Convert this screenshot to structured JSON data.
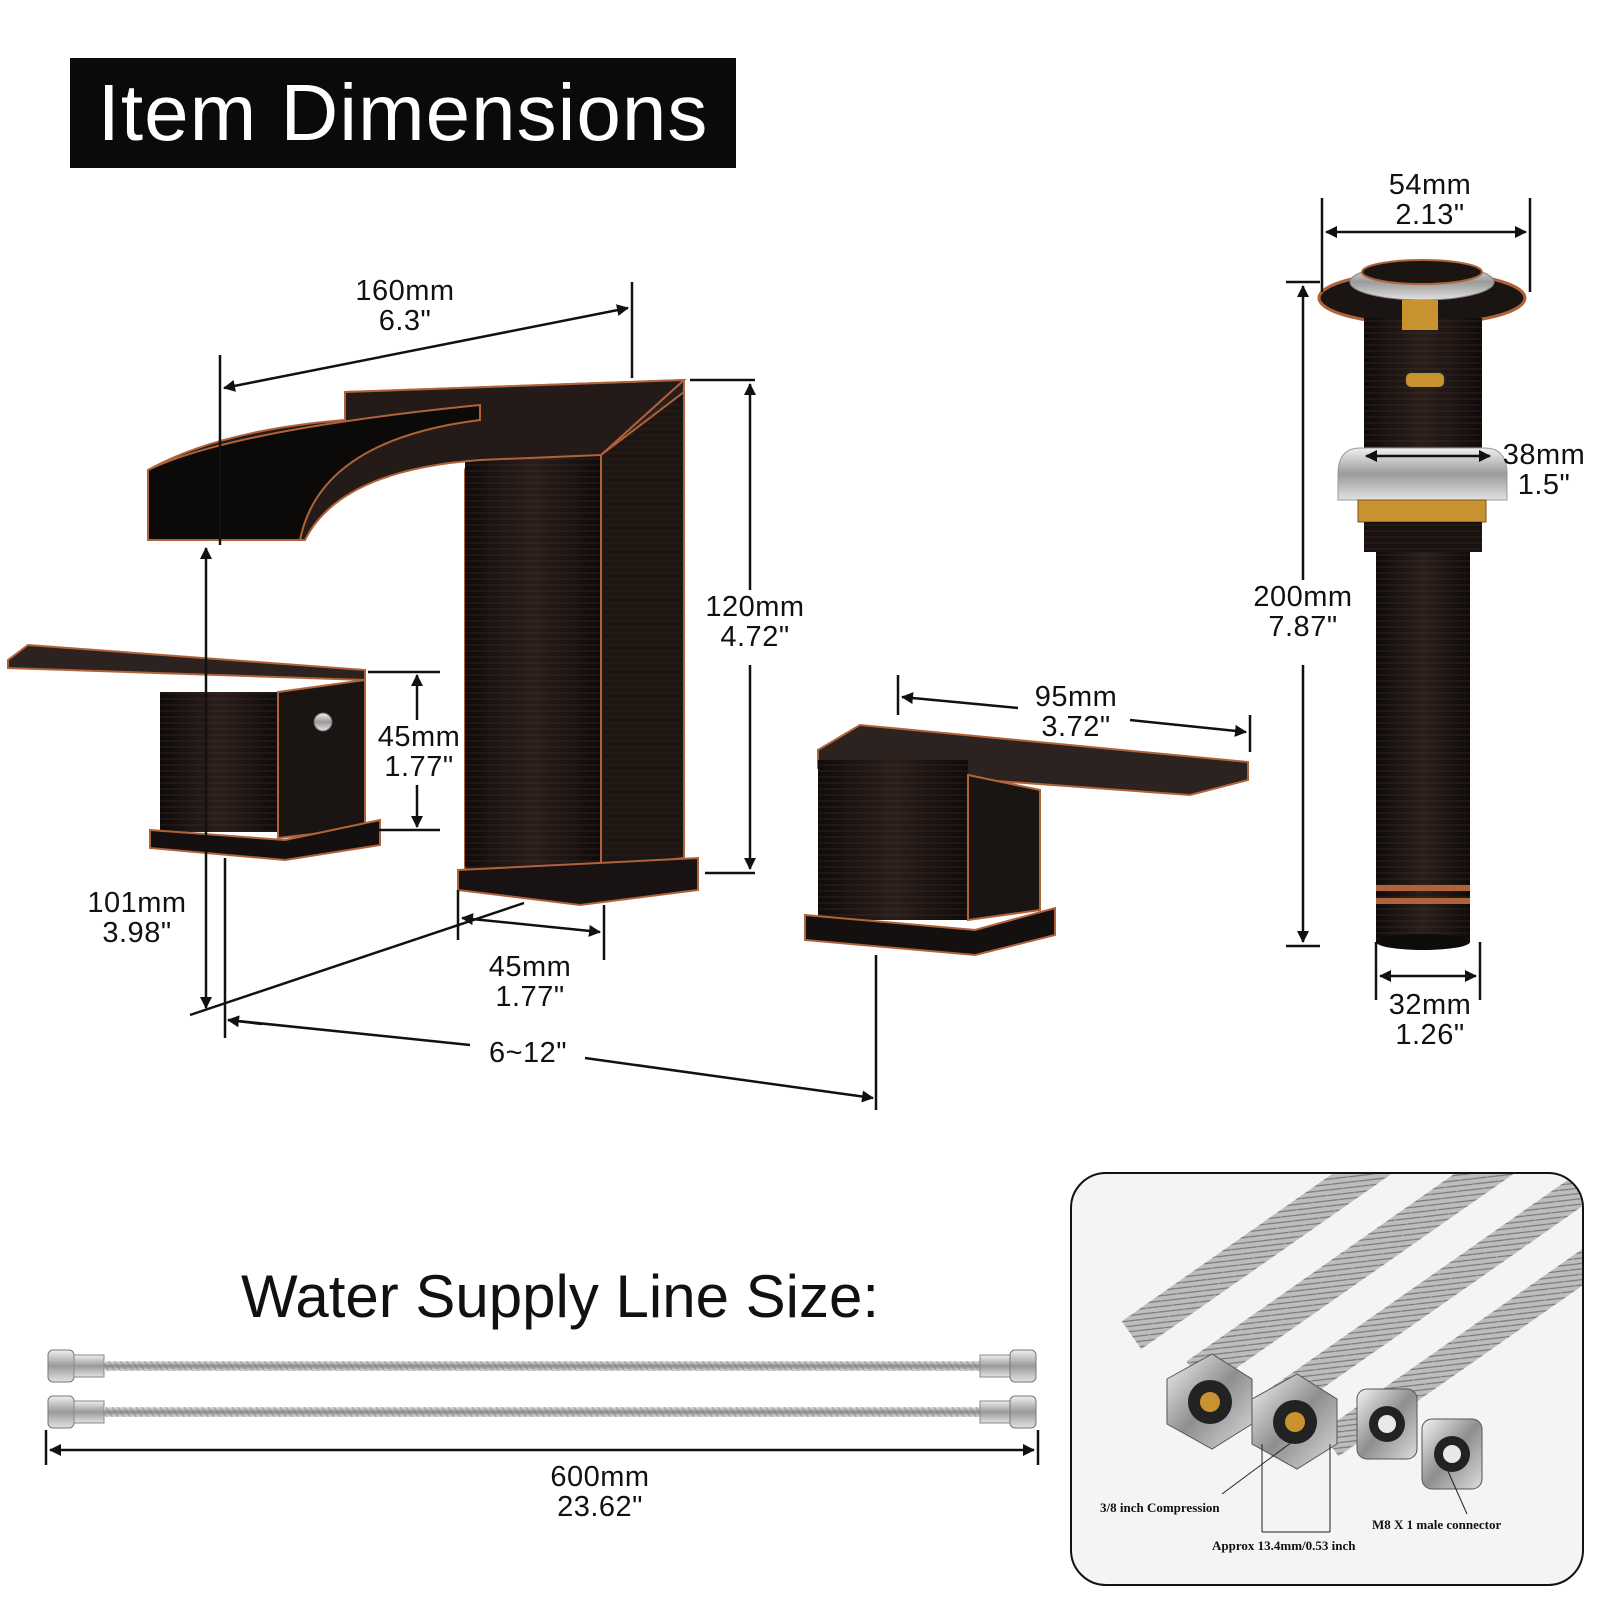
{
  "title": "Item Dimensions",
  "faucet": {
    "spout_length": {
      "mm": "160mm",
      "in": "6.3\""
    },
    "height": {
      "mm": "120mm",
      "in": "4.72\""
    },
    "handle_height": {
      "mm": "45mm",
      "in": "1.77\""
    },
    "reach": {
      "mm": "101mm",
      "in": "3.98\""
    },
    "base_width": {
      "mm": "45mm",
      "in": "1.77\""
    },
    "spread": {
      "in": "6~12\""
    },
    "handle_length": {
      "mm": "95mm",
      "in": "3.72\""
    }
  },
  "drain": {
    "top_diameter": {
      "mm": "54mm",
      "in": "2.13\""
    },
    "mid_diameter": {
      "mm": "38mm",
      "in": "1.5\""
    },
    "length": {
      "mm": "200mm",
      "in": "7.87\""
    },
    "bottom_diameter": {
      "mm": "32mm",
      "in": "1.26\""
    }
  },
  "supply_line": {
    "title": "Water Supply Line Size:",
    "length": {
      "mm": "600mm",
      "in": "23.62\""
    }
  },
  "inset": {
    "compression_label": "3/8 inch Compression",
    "male_connector_label": "M8 X 1 male connector",
    "approx_label": "Approx 13.4mm/0.53 inch"
  },
  "colors": {
    "bronze_dark": "#141010",
    "bronze_edge": "#b0633a",
    "chrome": "#c9c9c9",
    "brass": "#c8922e"
  }
}
